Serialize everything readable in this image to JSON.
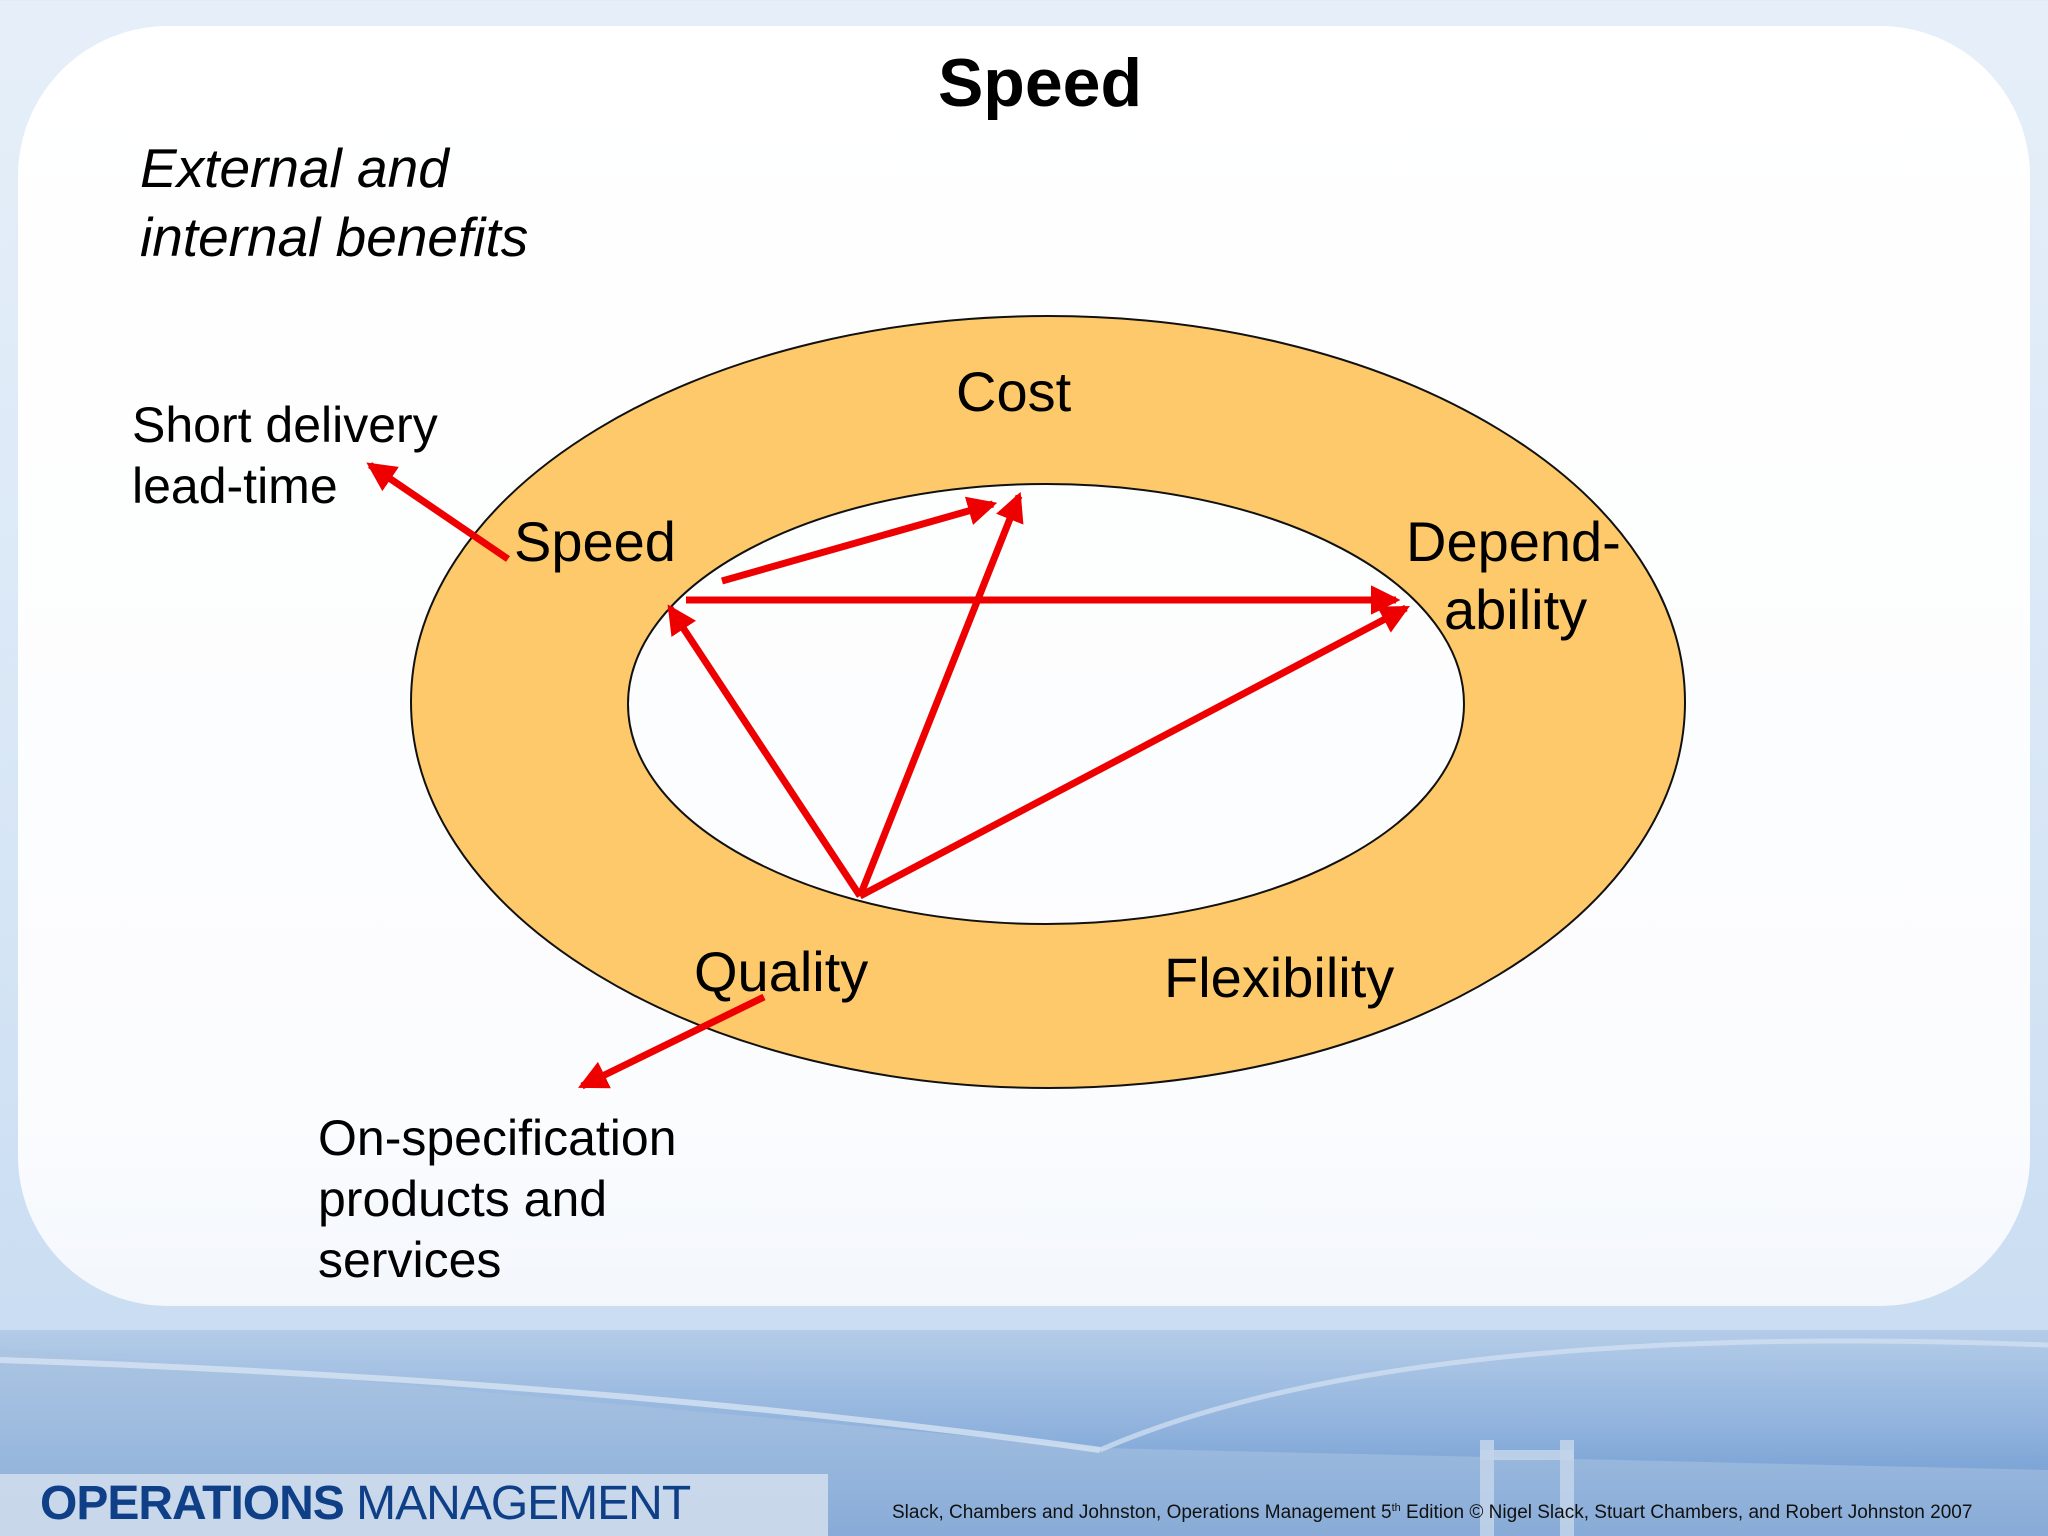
{
  "slide": {
    "title": "Speed",
    "subtitle_line1": "External and",
    "subtitle_line2": "internal benefits"
  },
  "benefits": {
    "speed_line1": "Short delivery",
    "speed_line2": "lead-time",
    "quality_line1": "On-specification",
    "quality_line2": "products and",
    "quality_line3": "services"
  },
  "ring": {
    "cost": "Cost",
    "speed": "Speed",
    "dependability_line1": "Depend-",
    "dependability_line2": "ability",
    "quality": "Quality",
    "flexibility": "Flexibility"
  },
  "footer": {
    "brand_bold": "OPERATIONS",
    "brand_light": " MANAGEMENT",
    "credit_part1": "Slack, Chambers and Johnston, Operations Management 5",
    "credit_sup": "th",
    "credit_part2": " Edition © Nigel Slack, Stuart Chambers, and Robert Johnston 2007"
  },
  "colors": {
    "ring_fill": "#fdc96a",
    "arrow": "#ee0000",
    "brand": "#0e3f87"
  }
}
